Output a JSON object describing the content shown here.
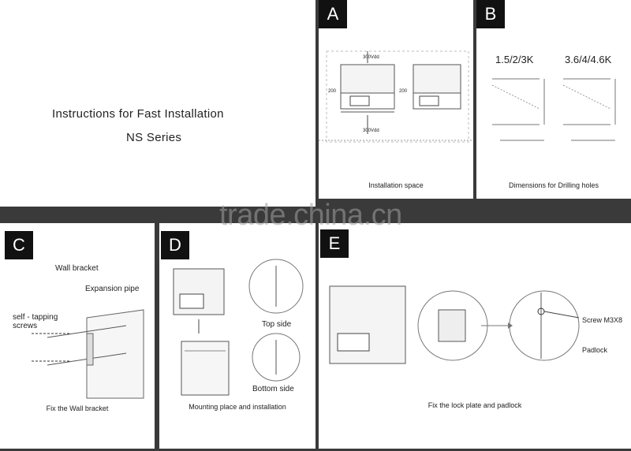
{
  "cover": {
    "title": "Instructions for Fast Installation",
    "subtitle": "NS Series"
  },
  "panel_a": {
    "badge": "A",
    "caption": "Installation space",
    "labels": [
      "300Vdd",
      "300Vdd",
      "200",
      "200"
    ]
  },
  "panel_b": {
    "badge": "B",
    "caption": "Dimensions for Drilling holes",
    "model_left": "1.5/2/3K",
    "model_right": "3.6/4/4.6K"
  },
  "panel_c": {
    "badge": "C",
    "caption": "Fix the Wall bracket",
    "wall_bracket": "Wall bracket",
    "expansion_pipe": "Expansion pipe",
    "screws": "self - tapping\nscrews"
  },
  "panel_d": {
    "badge": "D",
    "caption": "Mounting place and installation",
    "top_side": "Top side",
    "bottom_side": "Bottom side"
  },
  "panel_e": {
    "badge": "E",
    "caption": "Fix the lock plate and padlock",
    "screw": "Screw M3X8",
    "padlock": "Padlock"
  },
  "watermark": "trade.china.cn"
}
